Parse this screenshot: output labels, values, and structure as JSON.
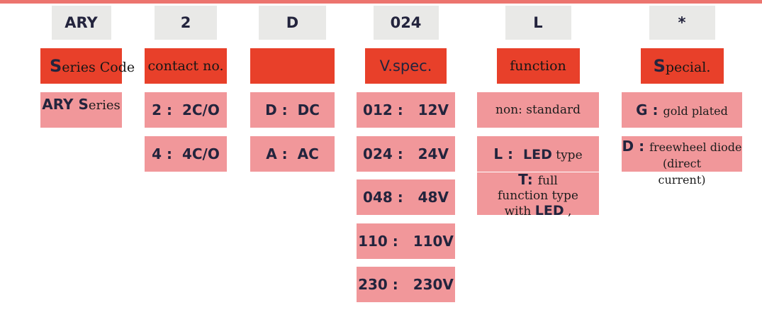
{
  "diagram_title": "ARY relay series part-number ordering legend",
  "colors": {
    "red_box": "#e8402a",
    "pink_box": "#f1979a",
    "gray_box": "#e9e9e7",
    "top_bar": "#ec746e",
    "code_text": "#23243d",
    "body_text": "#1d1d1d"
  },
  "example_part_number": [
    "ARY",
    "2",
    "D",
    "024",
    "L",
    "*"
  ],
  "columns": [
    {
      "code": "ARY",
      "label": {
        "initial": "S",
        "rest": "eries Code"
      },
      "option": {
        "bold": "ARY S",
        "rest": "eries"
      }
    },
    {
      "code": "2",
      "label": {
        "initial": "",
        "rest": "contact no."
      },
      "options": [
        {
          "key": "2",
          "sep": " :  ",
          "value": "2C/O"
        },
        {
          "key": "4",
          "sep": " :  ",
          "value": "4C/O"
        }
      ]
    },
    {
      "code": "D",
      "label": {
        "initial": "",
        "rest": ""
      },
      "options": [
        {
          "key": "D",
          "sep": " :  ",
          "value": "DC"
        },
        {
          "key": "A",
          "sep": " :  ",
          "value": "AC"
        }
      ]
    },
    {
      "code": "024",
      "label": {
        "initial": "",
        "rest": "V.spec."
      },
      "options": [
        {
          "key": "012",
          "sep": " :   ",
          "value": "12V"
        },
        {
          "key": "024",
          "sep": " :   ",
          "value": "24V"
        },
        {
          "key": "048",
          "sep": " :   ",
          "value": "48V"
        },
        {
          "key": "110",
          "sep": " :   ",
          "value": "110V"
        },
        {
          "key": "230",
          "sep": " :   ",
          "value": "230V"
        }
      ]
    },
    {
      "code": "L",
      "label": {
        "initial": "",
        "rest": "function"
      },
      "options": [
        {
          "key": "non",
          "sep": ": ",
          "value": "standard"
        },
        {
          "key": "L",
          "sep": " :  ",
          "value_bold": "LED",
          "value_tail": " type"
        },
        {
          "key": "T",
          "sep": ": ",
          "line1": "full",
          "line2": "function type",
          "line3_pre": "with ",
          "line3_bold": "LED",
          "line3_post": " ,"
        }
      ]
    },
    {
      "code": "*",
      "label": {
        "initial": "S",
        "rest": "pecial."
      },
      "options": [
        {
          "key": "G",
          "sep": " : ",
          "value": "gold plated"
        },
        {
          "key": "D",
          "sep": " : ",
          "value": "freewheel diode",
          "line2": "(direct",
          "line3": "current)"
        }
      ]
    }
  ]
}
